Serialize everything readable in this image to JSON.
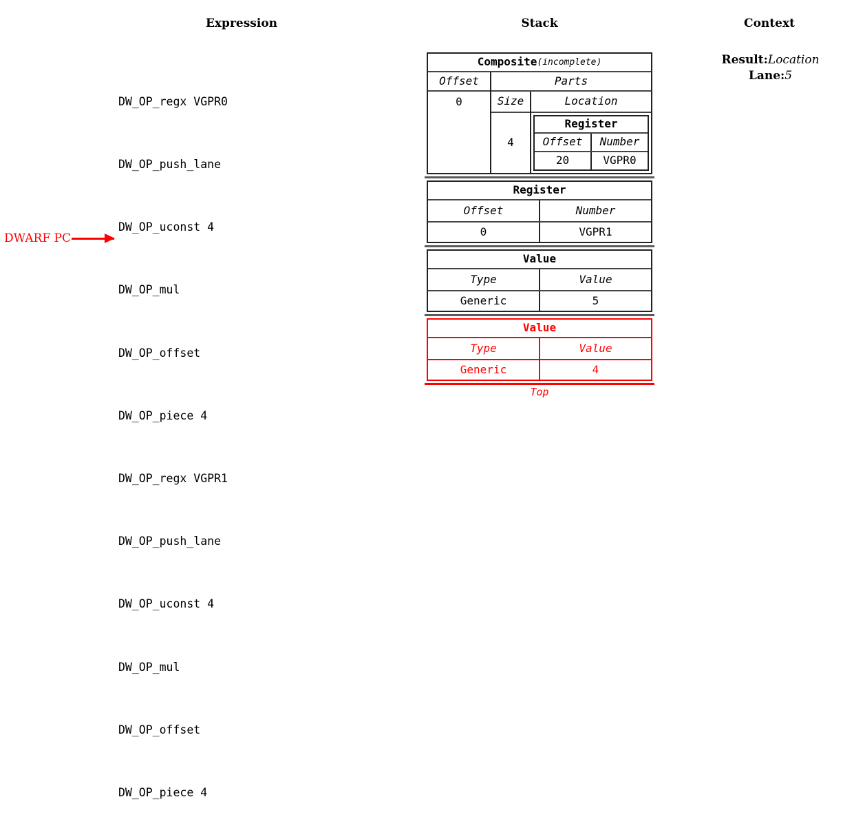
{
  "headers": {
    "expression": "Expression",
    "stack": "Stack",
    "context": "Context"
  },
  "expression": {
    "lines": [
      "DW_OP_regx VGPR0",
      "DW_OP_push_lane",
      "DW_OP_uconst 4",
      "DW_OP_mul",
      "DW_OP_offset",
      "DW_OP_piece 4",
      "DW_OP_regx VGPR1",
      "DW_OP_push_lane",
      "DW_OP_uconst 4",
      "DW_OP_mul",
      "DW_OP_offset",
      "DW_OP_piece 4"
    ],
    "pc_marker_label": "DWARF PC",
    "pc_marker_target_index": 9,
    "pc_marker_color": "#ff0000"
  },
  "stack": {
    "top_label": "Top",
    "entries": [
      {
        "kind": "composite",
        "title": "Composite",
        "title_suffix": "(incomplete)",
        "offset_header": "Offset",
        "offset_value": "0",
        "parts_header": "Parts",
        "size_header": "Size",
        "location_header": "Location",
        "part": {
          "size": "4",
          "location": {
            "title": "Register",
            "offset_header": "Offset",
            "number_header": "Number",
            "offset_value": "20",
            "number_value": "VGPR0"
          }
        }
      },
      {
        "kind": "register",
        "title": "Register",
        "col1_header": "Offset",
        "col2_header": "Number",
        "col1_value": "0",
        "col2_value": "VGPR1"
      },
      {
        "kind": "value",
        "title": "Value",
        "col1_header": "Type",
        "col2_header": "Value",
        "col1_value": "Generic",
        "col2_value": "5"
      },
      {
        "kind": "value",
        "title": "Value",
        "col1_header": "Type",
        "col2_header": "Value",
        "col1_value": "Generic",
        "col2_value": "4",
        "highlight": true,
        "highlight_color": "#ff0000"
      }
    ]
  },
  "context": {
    "result_key": "Result:",
    "result_value": "Location",
    "lane_key": "Lane:",
    "lane_value": "5"
  }
}
